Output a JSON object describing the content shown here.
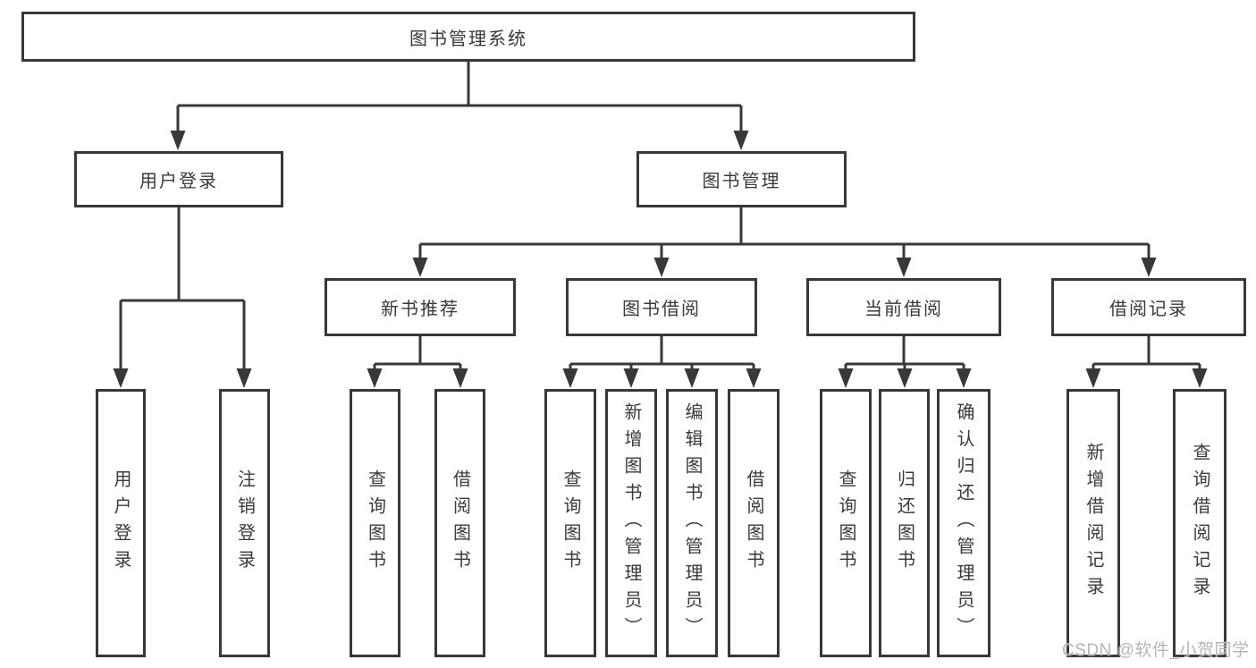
{
  "diagram": {
    "root": {
      "label": "图书管理系统"
    },
    "user_login": {
      "label": "用户登录",
      "children": [
        {
          "label": "用户登录"
        },
        {
          "label": "注销登录"
        }
      ]
    },
    "book_management": {
      "label": "图书管理",
      "new_book_recommendation": {
        "label": "新书推荐",
        "children": [
          {
            "label": "查询图书"
          },
          {
            "label": "借阅图书"
          }
        ]
      },
      "book_borrowing": {
        "label": "图书借阅",
        "children": [
          {
            "label": "查询图书"
          },
          {
            "label": "新增图书（管理员）"
          },
          {
            "label": "编辑图书（管理员）"
          },
          {
            "label": "借阅图书"
          }
        ]
      },
      "current_borrowing": {
        "label": "当前借阅",
        "children": [
          {
            "label": "查询图书"
          },
          {
            "label": "归还图书"
          },
          {
            "label": "确认归还（管理员）"
          }
        ]
      },
      "borrowing_records": {
        "label": "借阅记录",
        "children": [
          {
            "label": "新增借阅记录"
          },
          {
            "label": "查询借阅记录"
          }
        ]
      }
    }
  },
  "watermark": {
    "text": "CSDN @软件_小贺同学"
  },
  "colors": {
    "line": "#383838",
    "text": "#3a3a3a",
    "box_background": "#ffffff",
    "watermark": "#b5b5b5"
  }
}
